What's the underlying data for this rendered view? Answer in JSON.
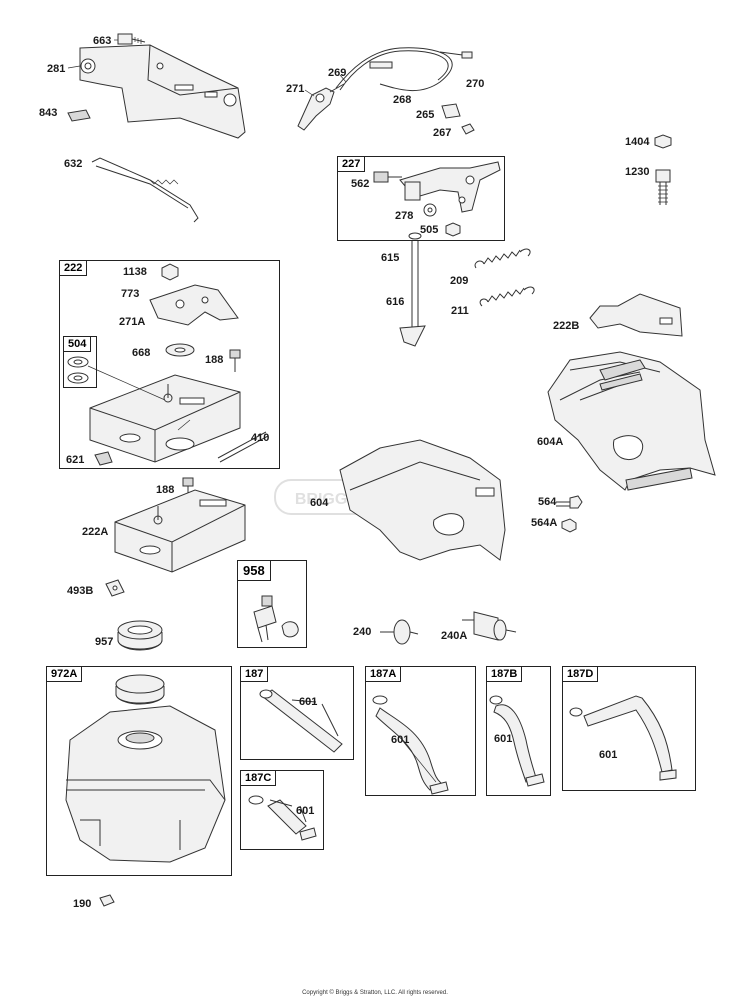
{
  "labels": {
    "p663": "663",
    "p281": "281",
    "p843": "843",
    "p271": "271",
    "p269": "269",
    "p270": "270",
    "p268": "268",
    "p265": "265",
    "p267": "267",
    "p1404": "1404",
    "p1230": "1230",
    "p632": "632",
    "p562": "562",
    "p278": "278",
    "p505": "505",
    "p1138": "1138",
    "p773": "773",
    "p271A": "271A",
    "p668": "668",
    "p188a": "188",
    "p410": "410",
    "p621": "621",
    "p615": "615",
    "p616": "616",
    "p209": "209",
    "p211": "211",
    "p222B": "222B",
    "p604A": "604A",
    "p188b": "188",
    "p222A": "222A",
    "p604": "604",
    "p564": "564",
    "p564A": "564A",
    "p493B": "493B",
    "p957": "957",
    "p240": "240",
    "p240A": "240A",
    "p601a": "601",
    "p601b": "601",
    "p601c": "601",
    "p601d": "601",
    "p601e": "601",
    "p190": "190"
  },
  "boxes": {
    "b227": "227",
    "b222": "222",
    "b504": "504",
    "b958": "958",
    "b972A": "972A",
    "b187": "187",
    "b187A": "187A",
    "b187B": "187B",
    "b187D": "187D",
    "b187C": "187C"
  },
  "watermark": "BRIGGS&STRATTON",
  "copyright": "Copyright © Briggs & Stratton, LLC. All rights reserved."
}
